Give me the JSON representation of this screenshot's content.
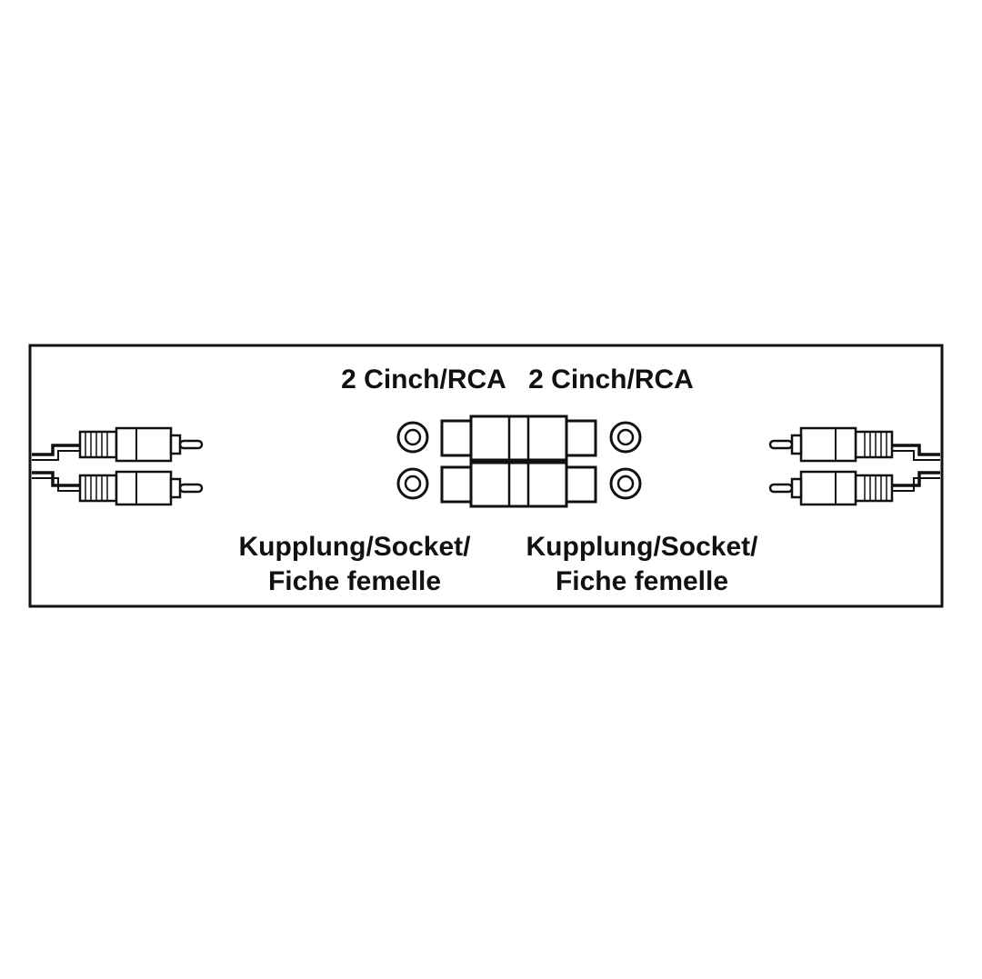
{
  "diagram": {
    "labels": {
      "left_top": "2 Cinch/RCA",
      "right_top": "2 Cinch/RCA",
      "left_bottom_line1": "Kupplung/Socket/",
      "left_bottom_line2": "Fiche femelle",
      "right_bottom_line1": "Kupplung/Socket/",
      "right_bottom_line2": "Fiche femelle"
    },
    "colors": {
      "stroke": "#111111",
      "background": "#ffffff"
    }
  }
}
